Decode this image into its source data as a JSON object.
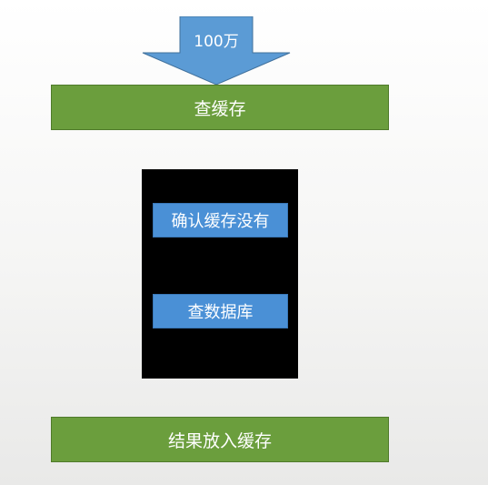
{
  "diagram": {
    "arrow_label": "100万",
    "step_query_cache": "查缓存",
    "check_cache_missing": "确认缓存没有",
    "query_database": "查数据库",
    "step_put_result_in_cache": "结果放入缓存"
  },
  "colors": {
    "arrow_fill": "#5b9bd5",
    "green_step": "#6b9e3d",
    "blue_step": "#4a90d6",
    "panel": "#000000"
  }
}
